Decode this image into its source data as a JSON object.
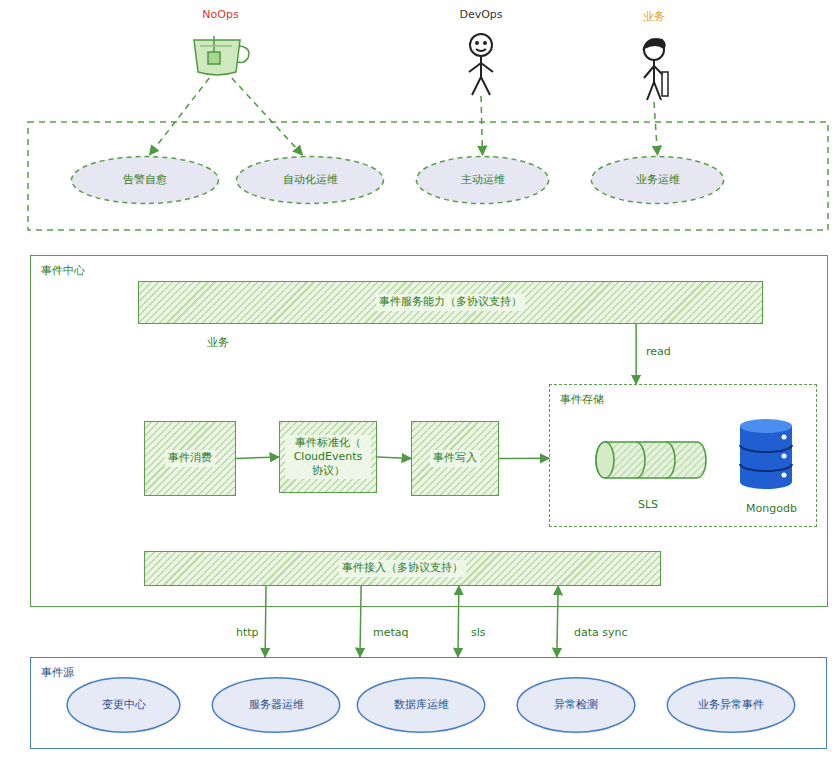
{
  "diagram": {
    "nodes": [
      {
        "text": [
          "NoOps"
        ]
      },
      {
        "text": [
          "DevOps"
        ]
      },
      {
        "text": [
          "业务"
        ]
      },
      {
        "text": [
          "告警自愈"
        ]
      },
      {
        "text": [
          "自动化运维"
        ]
      },
      {
        "text": [
          "主动运维"
        ]
      },
      {
        "text": [
          "业务运维"
        ]
      },
      {
        "text": [
          "事件中心"
        ]
      },
      {
        "text": [
          "事件服务能力（多协议支持）"
        ],
        "in": 7
      },
      {
        "text": [
          "事件消费"
        ],
        "in": 7
      },
      {
        "text": [
          "事件标准化（ CloudEvents 协议）"
        ],
        "in": 7
      },
      {
        "text": [
          "事件写入"
        ],
        "in": 7
      },
      {
        "text": [
          "事件存储"
        ],
        "in": 7
      },
      {
        "text": [
          "事件接入（多协议支持）"
        ],
        "in": 7
      },
      {
        "text": [
          "事件源"
        ]
      },
      {
        "text": [
          "变更中心"
        ],
        "in": 14
      },
      {
        "text": [
          "服务器运维"
        ],
        "in": 14
      },
      {
        "text": [
          "数据库运维"
        ],
        "in": 14
      },
      {
        "text": [
          "异常检测"
        ],
        "in": 14
      },
      {
        "text": [
          "业务异常事件"
        ],
        "in": 14
      }
    ],
    "edges": [
      {
        "from": 0,
        "to": 3,
        "arrow": "to"
      },
      {
        "from": 0,
        "to": 4,
        "arrow": "to"
      },
      {
        "from": 1,
        "to": 5,
        "arrow": "to"
      },
      {
        "from": 2,
        "to": 6,
        "arrow": "to"
      },
      {
        "from": 8,
        "to": 12,
        "label": "read",
        "arrow": "to"
      },
      {
        "from": 9,
        "to": 10,
        "arrow": "to"
      },
      {
        "from": 10,
        "to": 11,
        "arrow": "to"
      },
      {
        "from": 11,
        "to": 12,
        "arrow": "to"
      },
      {
        "from": 13,
        "to": 14,
        "label": "http",
        "arrow": "to"
      },
      {
        "from": 13,
        "to": 14,
        "label": "metaq",
        "arrow": "to"
      },
      {
        "from": 13,
        "to": 14,
        "label": "sls",
        "arrow": "both"
      },
      {
        "from": 13,
        "to": 14,
        "label": "data sync",
        "arrow": "both"
      }
    ],
    "labels": [
      "业务",
      "SLS",
      "Mongodb"
    ]
  }
}
